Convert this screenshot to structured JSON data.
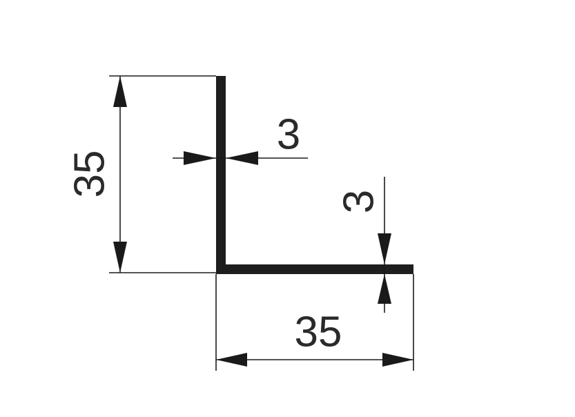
{
  "diagram": {
    "profile_name": "",
    "colors": {
      "profile": "#1e1e1e",
      "lines": "#1a1a1a",
      "text": "#2a2a2a",
      "background": "#ffffff"
    },
    "dimensions": {
      "height": "35",
      "width": "35",
      "vertical_leg_thickness": "3",
      "horizontal_leg_thickness": "3"
    }
  }
}
